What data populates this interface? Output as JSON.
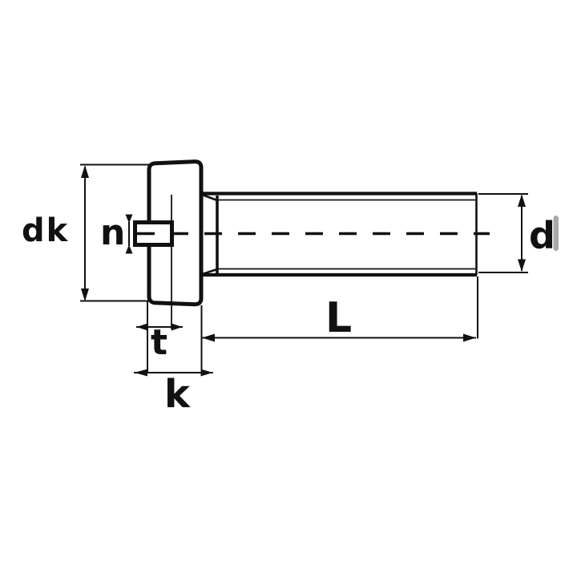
{
  "diagram": {
    "type": "technical-drawing",
    "subject": "slotted cheese head machine screw, side view with dimensioning",
    "labels": {
      "head_diameter": "dk",
      "slot_width": "n",
      "slot_depth": "t",
      "head_height": "k",
      "shank_length": "L",
      "thread_diameter": "d"
    },
    "colors": {
      "line": "#111111",
      "background": "#ffffff",
      "cursor_bar": "#a9a9a9"
    }
  }
}
